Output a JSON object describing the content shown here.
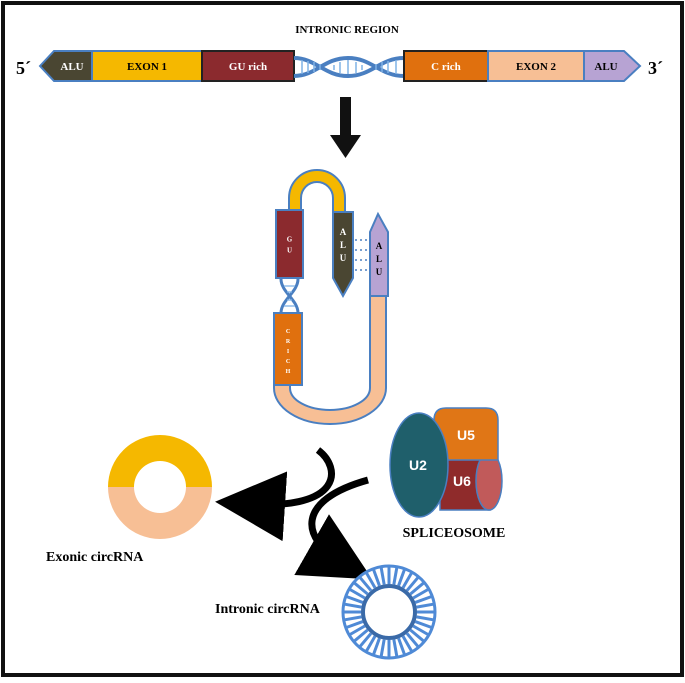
{
  "strand": {
    "end_5": "5´",
    "end_3": "3´",
    "region_label": "INTRONIC REGION",
    "segments": {
      "alu_left": "ALU",
      "exon1": "EXON 1",
      "gu_rich": "GU rich",
      "c_rich": "C rich",
      "exon2": "EXON 2",
      "alu_right": "ALU"
    }
  },
  "hairpin": {
    "gu": "GU",
    "alu_inner": "ALU",
    "alu_outer": "ALU",
    "c_rich": "CRICH"
  },
  "spliceosome": {
    "title": "SPLICEOSOME",
    "u2": "U2",
    "u5": "U5",
    "u6": "U6"
  },
  "products": {
    "exonic": "Exonic circRNA",
    "intronic": "Intronic circRNA"
  },
  "colors": {
    "alu_dark": "#4a4632",
    "exon1_gold": "#f5b800",
    "gu_maroon": "#8b2a2e",
    "c_rich_orange": "#e0700e",
    "exon2_peach": "#f7bf95",
    "alu_lavender": "#b7a3d3",
    "outline_blue": "#4a7fc1",
    "u2_teal": "#1f5f6b",
    "u5_orange": "#e07616",
    "u6_red": "#8f2b2b",
    "u6_pink": "#c15a5a",
    "intronic_blue": "#4f8ad6"
  }
}
